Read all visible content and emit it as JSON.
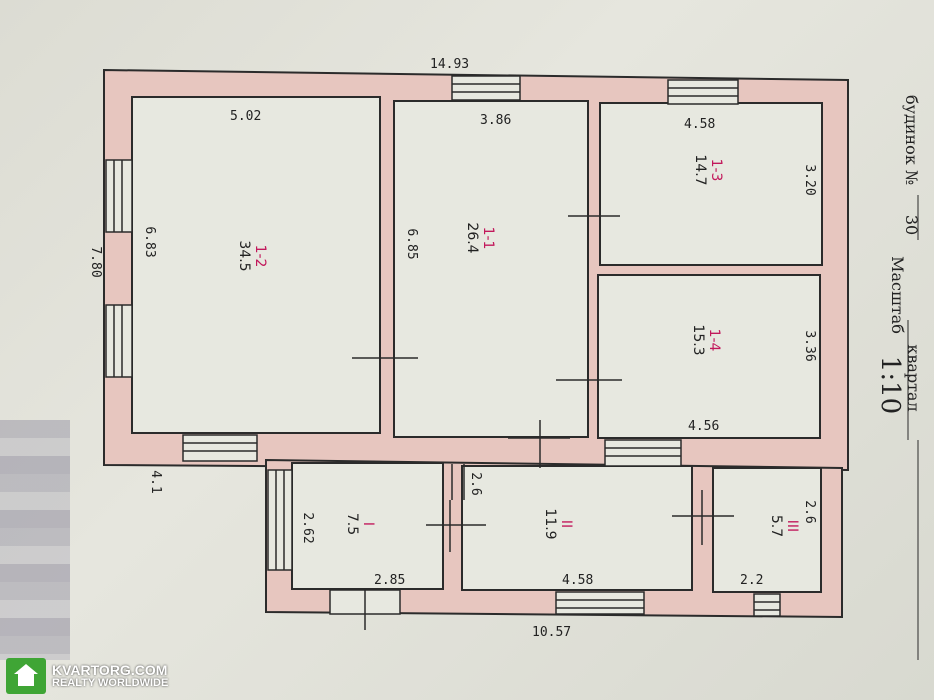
{
  "plan": {
    "overall_dims": {
      "top": "14.93",
      "left": "7.80",
      "bottom": "10.57",
      "offset": "4.1"
    },
    "rooms": [
      {
        "id": "1-2",
        "area": "34.5",
        "width": "5.02",
        "height": "6.83"
      },
      {
        "id": "1-1",
        "area": "26.4",
        "width": "3.86",
        "height": "6.85"
      },
      {
        "id": "1-3",
        "area": "14.7",
        "width": "4.58",
        "height": "3.20"
      },
      {
        "id": "1-4",
        "area": "15.3",
        "width": "4.56",
        "height": "3.36"
      },
      {
        "id": "I",
        "area": "7.5",
        "width": "2.85",
        "height": "2.62"
      },
      {
        "id": "II",
        "area": "11.9",
        "width": "4.58",
        "height": "2.6"
      },
      {
        "id": "III",
        "area": "5.7",
        "width": "2.2",
        "height": "2.6"
      }
    ]
  },
  "side": {
    "building_label": "будинок №",
    "building_number": "30",
    "scale_label": "Масштаб",
    "scale_value": "1:10",
    "quarter_label": "квартал"
  },
  "watermark": {
    "name": "KVARTORG.COM",
    "sub": "REALTY WORLDWIDE"
  },
  "colors": {
    "wall": "#e7c6bf",
    "outline": "#2b2b2b",
    "room_bg": "#e7e8e0",
    "room_id": "#c2185b"
  }
}
